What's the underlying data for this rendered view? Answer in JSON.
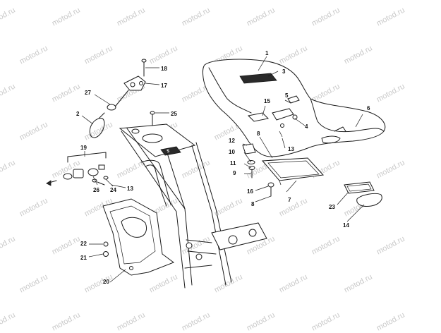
{
  "watermark": "motod.ru",
  "callouts": [
    "1",
    "2",
    "3",
    "4",
    "5",
    "6",
    "7",
    "8",
    "8",
    "9",
    "10",
    "11",
    "12",
    "13",
    "13",
    "14",
    "15",
    "16",
    "17",
    "18",
    "19",
    "20",
    "21",
    "22",
    "23",
    "24",
    "25",
    "26",
    "27"
  ]
}
